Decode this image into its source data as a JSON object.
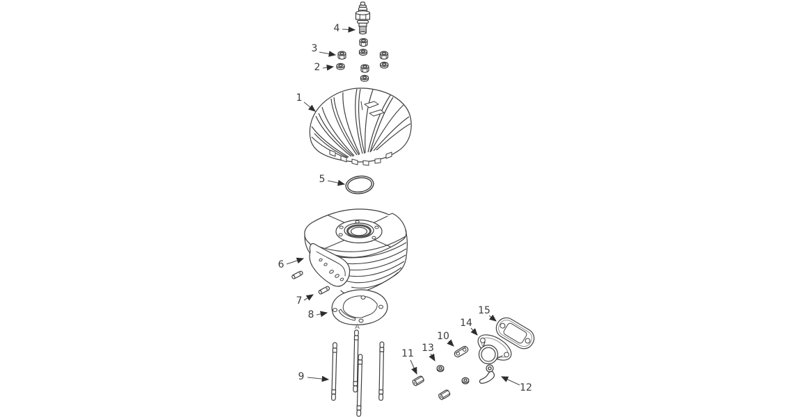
{
  "colors": {
    "line": "#3d3d3d",
    "label": "#3a3a3a",
    "background": "#ffffff"
  },
  "ref_letter": "A",
  "callouts": {
    "c1": {
      "number": "1"
    },
    "c2": {
      "number": "2"
    },
    "c3": {
      "number": "3"
    },
    "c4": {
      "number": "4"
    },
    "c5": {
      "number": "5"
    },
    "c6": {
      "number": "6"
    },
    "c7": {
      "number": "7"
    },
    "c8": {
      "number": "8"
    },
    "c9": {
      "number": "9"
    },
    "c10": {
      "number": "10"
    },
    "c11": {
      "number": "11"
    },
    "c12": {
      "number": "12"
    },
    "c13": {
      "number": "13"
    },
    "c14": {
      "number": "14"
    },
    "c15": {
      "number": "15"
    }
  }
}
